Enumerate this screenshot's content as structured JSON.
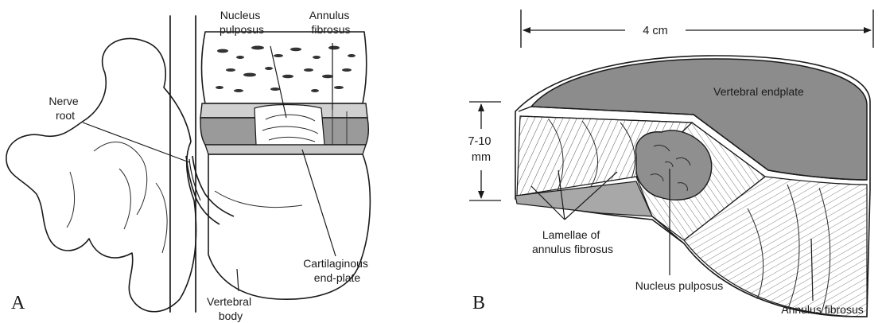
{
  "panel_a": {
    "letter": "A",
    "labels": {
      "nucleus_pulposus": [
        "Nucleus",
        "pulposus"
      ],
      "annulus_fibrosus": [
        "Annulus",
        "fibrosus"
      ],
      "nerve_root": [
        "Nerve",
        "root"
      ],
      "cartilaginous_end_plate": [
        "Cartilaginous",
        "end-plate"
      ],
      "vertebral_body": [
        "Vertebral",
        "body"
      ]
    }
  },
  "panel_b": {
    "letter": "B",
    "labels": {
      "width_dimension": "4 cm",
      "height_dimension": [
        "7-10",
        "mm"
      ],
      "vertebral_endplate": "Vertebral endplate",
      "lamellae": [
        "Lamellae of",
        "annulus fibrosus"
      ],
      "nucleus_pulposus": "Nucleus pulposus",
      "annulus_fibrosus": "Annulus fibrosus"
    }
  },
  "colors": {
    "endplate_gray": "#8c8c8c",
    "disc_gray": "#a8a8a8",
    "nucleus_gray": "#8f8f8f",
    "line": "#1a1a1a"
  }
}
